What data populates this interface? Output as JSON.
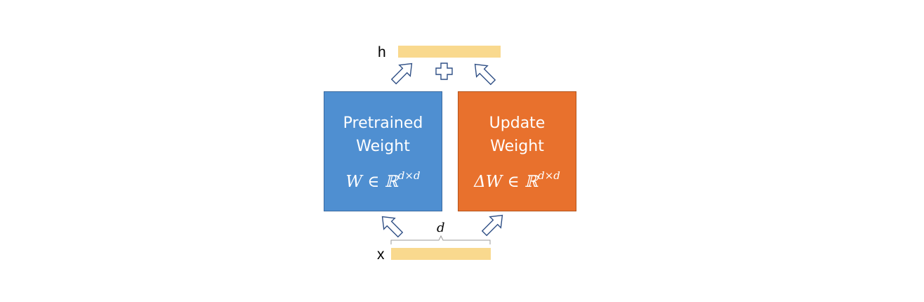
{
  "output": {
    "label": "h"
  },
  "input": {
    "label": "x",
    "dimension_label": "d"
  },
  "pretrained": {
    "title_line1": "Pretrained",
    "title_line2": "Weight",
    "formula": "W ∈ ℝ",
    "formula_sup": "d×d",
    "color": "#4f8fd1"
  },
  "update": {
    "title_line1": "Update",
    "title_line2": "Weight",
    "formula": "ΔW ∈ ℝ",
    "formula_sup": "d×d",
    "color": "#e8712d"
  },
  "colors": {
    "vector_bar": "#f9d98e",
    "arrow_outline": "#2f4f85"
  },
  "icons": {
    "sum": "plus-icon",
    "flow": "hollow-arrow-icon"
  }
}
